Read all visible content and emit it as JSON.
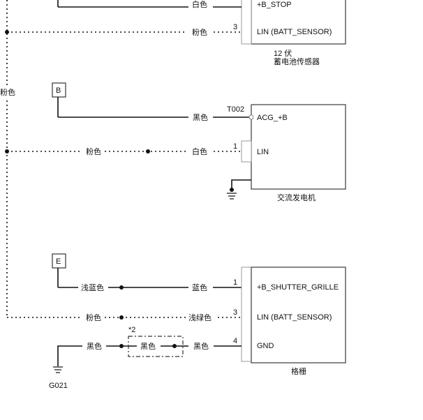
{
  "top_connector": {
    "pin2_wire_color": "白色",
    "pin2_label": "+B_STOP",
    "pin3_number": "3",
    "pin3_wire_color": "粉色",
    "pin3_label": "LIN (BATT_SENSOR)",
    "name_line1": "12 伏",
    "name_line2": "蓄电池传感器"
  },
  "left_bus_color": "粉色",
  "alternator": {
    "source_tag": "B",
    "wire_color_acg": "黑色",
    "acg_terminal": "T002",
    "acg_label": "ACG_+B",
    "lin_wire_color_left": "粉色",
    "lin_wire_color_right": "白色",
    "lin_pin_number": "1",
    "lin_label": "LIN",
    "name": "交流发电机"
  },
  "grille": {
    "source_tag": "E",
    "pin1_wire_color_left": "浅蓝色",
    "pin1_wire_color_right": "蓝色",
    "pin1_number": "1",
    "pin1_label": "+B_SHUTTER_GRILLE",
    "pin3_wire_color_left": "粉色",
    "pin3_wire_color_right": "浅绿色",
    "pin3_number": "3",
    "pin3_label": "LIN (BATT_SENSOR)",
    "pin4_wire_color_left": "黑色",
    "pin4_wire_color_mid": "黑色",
    "pin4_wire_color_right": "黑色",
    "pin4_number": "4",
    "pin4_label": "GND",
    "note": "*2",
    "ground_name": "G021",
    "name": "格栅"
  }
}
